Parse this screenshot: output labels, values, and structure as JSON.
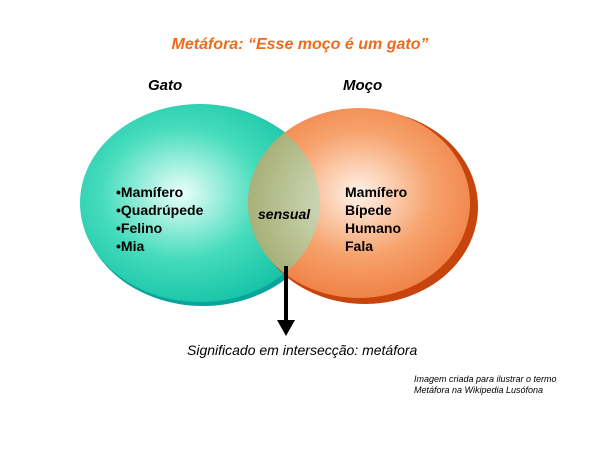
{
  "title": "Metáfora: “Esse moço é um gato”",
  "sets": {
    "left": {
      "label": "Gato",
      "items": [
        "•Mamífero",
        "•Quadrúpede",
        "•Felino",
        "•Mia"
      ],
      "fill_color": "#35d6b4",
      "edge_color": "#0aa59a"
    },
    "right": {
      "label": "Moço",
      "items": [
        "Mamífero",
        "Bípede",
        "Humano",
        "Fala"
      ],
      "fill_color": "#f59a5e",
      "edge_color": "#c8440d"
    }
  },
  "intersection": {
    "label": "sensual",
    "fill_color": "#a9b57e"
  },
  "arrow_icon": "down-arrow-icon",
  "caption": "Significado em intersecção: metáfora",
  "credit": {
    "line1": "Imagem criada para ilustrar o termo",
    "line2": "Metáfora na Wikipedia Lusófona"
  },
  "accent_color": "#ef6b1a"
}
